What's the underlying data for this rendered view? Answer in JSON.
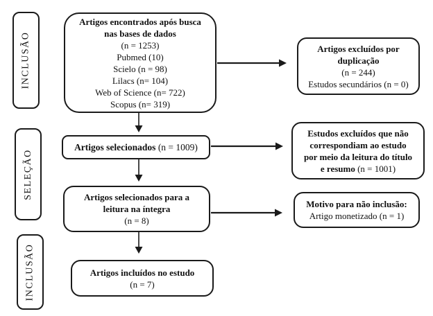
{
  "diagram": {
    "stages": [
      {
        "label": "INCLUSÃO"
      },
      {
        "label": "SELEÇÃO"
      },
      {
        "label": "INCLUSÃO"
      }
    ],
    "boxes": {
      "found": {
        "title1": "Artigos encontrados após busca",
        "title2": "nas bases de dados",
        "total": "(n = 1253)",
        "sources": [
          "Pubmed (10)",
          "Scielo (n = 98)",
          "Lilacs (n= 104)",
          "Web of Science (n= 722)",
          "Scopus (n= 319)"
        ]
      },
      "selected": {
        "title": "Artigos selecionados",
        "count": "(n = 1009)"
      },
      "fulltext": {
        "title1": "Artigos selecionados para a",
        "title2": "leitura na íntegra",
        "count": "(n = 8)"
      },
      "included": {
        "title": "Artigos incluídos no estudo",
        "count": "(n = 7)"
      },
      "excluded_duplicates": {
        "title1": "Artigos excluídos por",
        "title2": "duplicação",
        "count": "(n = 244)",
        "note": "Estudos secundários (n = 0)"
      },
      "excluded_screening": {
        "line1": "Estudos excluídos que não",
        "line2": "correspondiam ao estudo",
        "line3": "por meio da leitura do título",
        "line4": "e resumo",
        "count": "(n = 1001)"
      },
      "not_included_reason": {
        "title": "Motivo para não inclusão:",
        "note": "Artigo monetizado (n = 1)"
      }
    },
    "colors": {
      "border": "#1a1a1a",
      "text": "#111111",
      "background": "#ffffff"
    }
  }
}
